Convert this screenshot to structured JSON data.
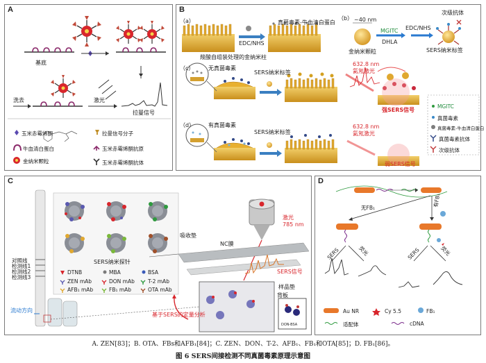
{
  "panelA": {
    "label": "A",
    "substrate": "基底",
    "wash": "洗去",
    "laser": "激光",
    "raman_signal": "拉曼信号",
    "legend": {
      "zen": "玉米赤霉烯酮",
      "reporter": "拉曼信号分子",
      "bsa": "牛血清白蛋白",
      "antigen": "玉米赤霉烯酮抗原",
      "aunp": "金纳米颗粒",
      "antibody": "玉米赤霉烯酮抗体"
    },
    "colors": {
      "aunp": "#d8262c",
      "antigen": "#8b2a6b",
      "line": "#333333"
    }
  },
  "panelB": {
    "label": "B",
    "step_a": "（a）",
    "step_b": "（b）",
    "step_c": "（c）",
    "step_d": "（d）",
    "edc_nhs_1": "EDC/NHS",
    "toxin_bsa": "真菌毒素-牛血清白蛋白",
    "nm40": "~40 nm",
    "mgitc": "MGITC",
    "edc_nhs_2": "EDC/NHS",
    "secondary_ab": "次级抗体",
    "dhla": "DHLA",
    "gold_np": "金纳米颗粒",
    "sers_tag": "SERS纳米标签",
    "carboxyl_pillar": "羧酸自组装处理的金纳米柱",
    "no_toxin": "无真菌毒素",
    "sers_tag_c": "SERS纳米标签",
    "laser_c_1": "632.8 nm",
    "laser_c_2": "氦氖激光",
    "strong_sers": "强SERS信号",
    "has_toxin": "有真菌毒素",
    "sers_tag_d": "SERS纳米标签",
    "laser_d_1": "632.8 nm",
    "laser_d_2": "氦氖激光",
    "weak_sers": "弱SERS信号",
    "legend": {
      "mgitc": "MGITC",
      "toxin": "真菌毒素",
      "toxin_bsa": "真菌毒素-牛血清白蛋白",
      "toxin_ab": "真菌毒素抗体",
      "secondary": "次级抗体"
    },
    "colors": {
      "gold": "#e8b030",
      "arrow": "#3a7fc1",
      "strong": "#d8262c"
    }
  },
  "panelC": {
    "label": "C",
    "control_line": "对照线",
    "test_line_1": "检测线1",
    "test_line_2": "检测线2",
    "test_line_3": "检测线3",
    "flow_dir": "流动方向",
    "absorbent_pad": "吸收垫",
    "nc_membrane": "NC膜",
    "laser": "激光",
    "laser_nm": "785 nm",
    "sers_signal": "SERS信号",
    "sample_pad": "样品垫",
    "backing": "背板",
    "quant": "基于SERS的定量分析",
    "probe_title": "SERS纳米探针",
    "legend": {
      "dtnb": "DTNB",
      "mba": "MBA",
      "bsa": "BSA",
      "zen_mab": "ZEN mAb",
      "don_mab": "DON mAb",
      "t2_mab": "T-2 mAb",
      "afb_mab": "AFB₁ mAb",
      "fb_mab": "FB₁ mAb",
      "ota_mab": "OTA mAb"
    },
    "inset_tag": "DON-BSA"
  },
  "panelD": {
    "label": "D",
    "no_fb": "无FB₁",
    "has_fb": "有FB₁",
    "sers_left": "SERS",
    "fluor_left": "荧光",
    "sers_right": "SERS",
    "fluor_right": "荧光",
    "legend": {
      "au_nr": "Au NR",
      "cy55": "Cy 5.5",
      "fb1": "FB₁",
      "aptamer": "适配体",
      "cdna": "cDNA"
    },
    "colors": {
      "au_nr": "#e8782a",
      "cy55": "#d8262c",
      "fb1": "#6aa8d8",
      "aptamer": "#2e9a3e",
      "cdna": "#7a2a8a"
    }
  },
  "captions": {
    "line1": "A. ZEN[83]；B. OTA、FBs和AFB₁[84]；C. ZEN、DON、T-2、AFB₁、FB₁和OTA[85]；D. FB₁[86]。",
    "line2": "图 6    SERS间接检测不同真菌毒素原理示意图"
  }
}
